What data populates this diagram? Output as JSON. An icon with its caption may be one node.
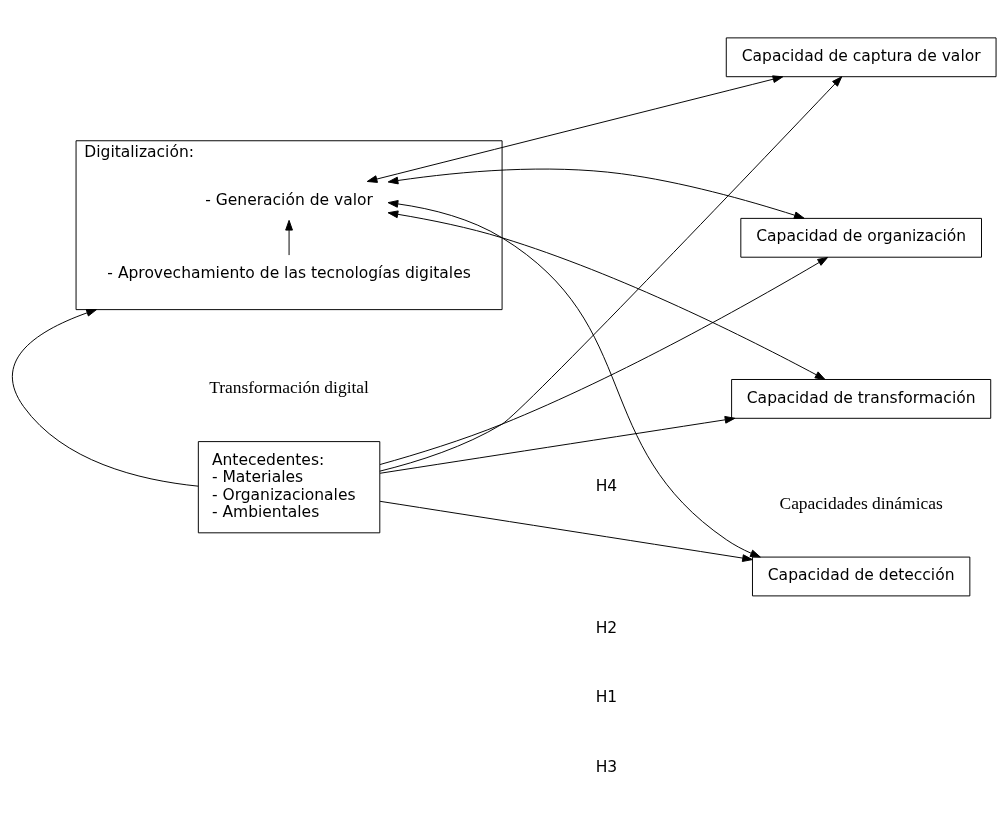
{
  "diagram": {
    "nodes": [
      {
        "text": [
          "Antecedentes:",
          "- Materiales",
          "- Organizacionales",
          "- Ambientales"
        ]
      },
      {
        "text": [
          "Digitalización:"
        ]
      },
      {
        "text": [
          "- Aprovechamiento de las tecnologías digitales"
        ],
        "in": 1
      },
      {
        "text": [
          "- Generación de valor"
        ],
        "in": 1
      },
      {
        "text": [
          "Capacidad de detección"
        ]
      },
      {
        "text": [
          "Capacidad de organización"
        ]
      },
      {
        "text": [
          "Capacidad de captura de valor"
        ]
      },
      {
        "text": [
          "Capacidad de transformación"
        ]
      }
    ],
    "edges": [
      {
        "from": 0,
        "to": 1,
        "arrow": "to"
      },
      {
        "from": 2,
        "to": 3,
        "arrow": "to"
      },
      {
        "from": 0,
        "to": 4,
        "arrow": "to"
      },
      {
        "from": 0,
        "to": 5,
        "arrow": "to"
      },
      {
        "from": 0,
        "to": 6,
        "arrow": "to"
      },
      {
        "from": 0,
        "to": 7,
        "arrow": "to"
      },
      {
        "from": 3,
        "to": 4,
        "arrow": "both"
      },
      {
        "from": 3,
        "to": 5,
        "arrow": "both"
      },
      {
        "from": 3,
        "to": 6,
        "arrow": "both"
      },
      {
        "from": 3,
        "to": 7,
        "arrow": "both"
      }
    ],
    "labels": [
      "Transformación digital",
      "Capacidades dinámicas",
      "H2",
      "H1",
      "H3",
      "H4"
    ]
  }
}
